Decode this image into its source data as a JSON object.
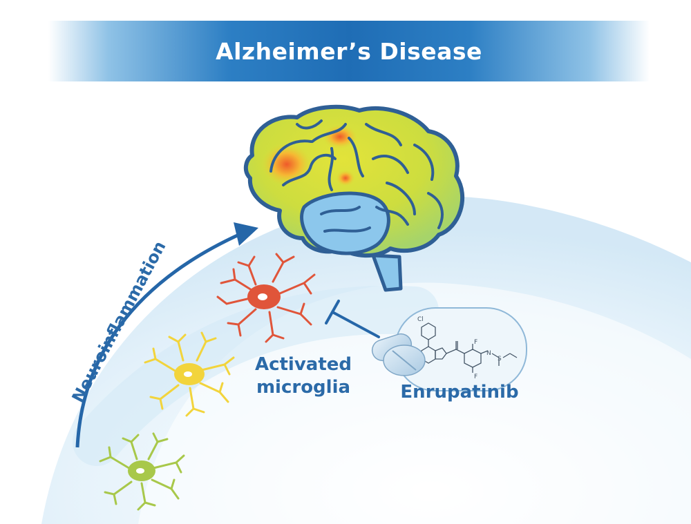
{
  "title": "Alzheimer’s Disease",
  "labels": {
    "neuroinflammation": "Neuroinflammation",
    "activated_microglia_line1": "Activated",
    "activated_microglia_line2": "microglia",
    "drug": "Enrupatinib"
  },
  "molecule_atoms": {
    "chlorine": "Cl",
    "fluorine_1": "F",
    "fluorine_2": "F",
    "nitrogen": "N",
    "sulfur": "S"
  },
  "colors": {
    "banner": "#1f6db5",
    "text_blue": "#2b6aa8",
    "microglia_activated": "#e0553a",
    "microglia_intermediate": "#f2d43c",
    "microglia_resting": "#a8c84a",
    "brain_outline": "#2f5f95",
    "brain_heat_high": "#ef5a2a",
    "brain_heat_mid": "#d8e03a",
    "brain_cool": "#8cc7ec"
  },
  "icons": [
    "brain-illustration",
    "microglia-cell",
    "pill-icon",
    "inhibition-arrow",
    "progression-arrow"
  ]
}
